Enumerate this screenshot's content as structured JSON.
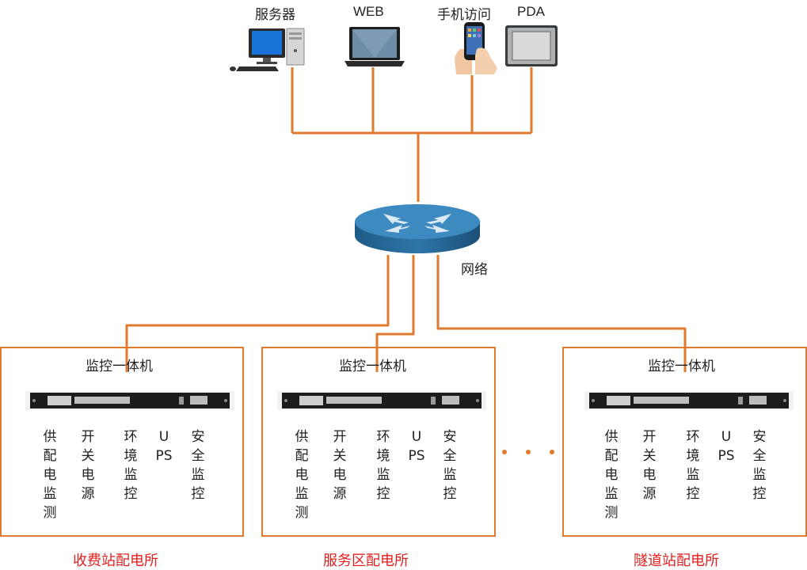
{
  "clients": [
    {
      "label": "服务器",
      "icon": "desktop-computer-icon"
    },
    {
      "label": "WEB",
      "icon": "laptop-icon"
    },
    {
      "label": "手机访问",
      "icon": "mobile-phone-icon"
    },
    {
      "label": "PDA",
      "icon": "tablet-icon"
    }
  ],
  "network": {
    "label": "网络",
    "icon": "router-icon"
  },
  "stations": [
    {
      "unit_title": "监控一体机",
      "name": "收费站配电所",
      "subsystems": [
        "供配电监测",
        "开关电源",
        "环境监控",
        "UPS",
        "安全监控"
      ]
    },
    {
      "unit_title": "监控一体机",
      "name": "服务区配电所",
      "subsystems": [
        "供配电监测",
        "开关电源",
        "环境监控",
        "UPS",
        "安全监控"
      ]
    },
    {
      "unit_title": "监控一体机",
      "name": "隧道站配电所",
      "subsystems": [
        "供配电监测",
        "开关电源",
        "环境监控",
        "UPS",
        "安全监控"
      ]
    }
  ],
  "colors": {
    "wire": "#e07a2e",
    "station_name": "#e32020",
    "router": "#2f6d9c"
  }
}
